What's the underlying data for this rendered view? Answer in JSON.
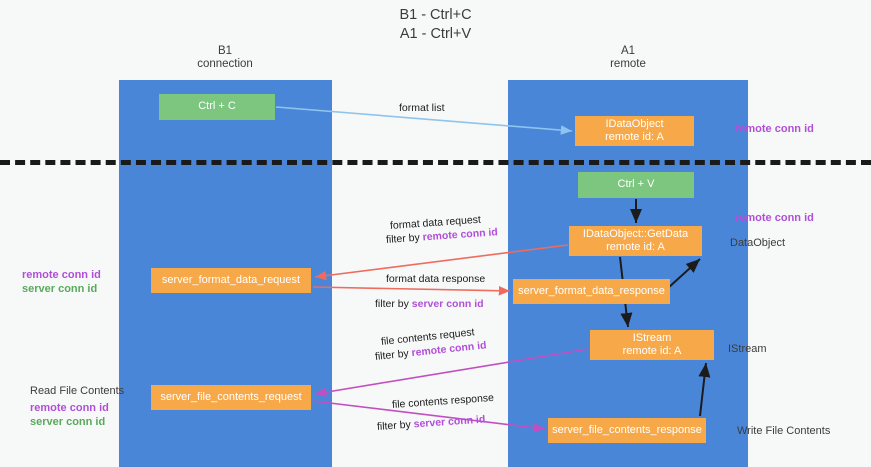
{
  "title": {
    "line1": "B1 - Ctrl+C",
    "line2": "A1 - Ctrl+V"
  },
  "columns": [
    {
      "id": "b1",
      "name": "B1",
      "role": "connection"
    },
    {
      "id": "a1",
      "name": "A1",
      "role": "remote"
    }
  ],
  "nodes": {
    "ctrl_c": {
      "label": "Ctrl + C",
      "color": "#7dc67f",
      "column": "b1"
    },
    "idataobject": {
      "line1": "IDataObject",
      "line2": "remote id: A",
      "color": "#f7a94a",
      "column": "a1"
    },
    "ctrl_v": {
      "label": "Ctrl + V",
      "color": "#7dc67f",
      "column": "a1"
    },
    "getdata": {
      "line1": "IDataObject::GetData",
      "line2": "remote id: A",
      "color": "#f7a94a",
      "column": "a1"
    },
    "server_format_data_request": {
      "label": "server_format_data_request",
      "color": "#f7a94a",
      "column": "b1"
    },
    "server_format_data_response": {
      "label": "server_format_data_response",
      "color": "#f7a94a",
      "column": "a1"
    },
    "istream": {
      "line1": "IStream",
      "line2": "remote id: A",
      "color": "#f7a94a",
      "column": "a1"
    },
    "server_file_contents_request": {
      "label": "server_file_contents_request",
      "color": "#f7a94a",
      "column": "b1"
    },
    "server_file_contents_response": {
      "label": "server_file_contents_response",
      "color": "#f7a94a",
      "column": "a1"
    }
  },
  "edge_labels": {
    "format_list": "format list",
    "format_data_request": "format data request",
    "format_data_request_filter_prefix": "filter by ",
    "format_data_request_filter_key": "remote conn id",
    "format_data_response": "format data response",
    "format_data_response_filter_prefix": "filter by ",
    "format_data_response_filter_key": "server conn id",
    "file_contents_request": "file contents request",
    "file_contents_request_filter_prefix": "filter by ",
    "file_contents_request_filter_key": "remote conn id",
    "file_contents_response": "file contents response",
    "file_contents_response_filter_prefix": "filter by ",
    "file_contents_response_filter_key": "server conn id"
  },
  "annotations": {
    "remote_conn_id_top": "remote conn id",
    "remote_conn_id_mid": "remote conn id",
    "dataobject": "DataObject",
    "istream": "IStream",
    "write_file_contents": "Write File Contents",
    "read_file_contents": "Read File Contents",
    "left_remote_conn_id_a": "remote conn id",
    "left_server_conn_id_a": "server conn id",
    "left_remote_conn_id_b": "remote conn id",
    "left_server_conn_id_b": "server conn id"
  },
  "colors": {
    "column_blue": "#4a86d8",
    "node_green": "#7dc67f",
    "node_orange": "#f7a94a",
    "accent_purple": "#b14fd8",
    "accent_green": "#5aa95c",
    "arrow_blue": "#8ec4ee",
    "arrow_red": "#ef6b5e",
    "arrow_magenta": "#c24fc2",
    "arrow_black": "#1b1b1b",
    "background": "#f7f8f8"
  }
}
